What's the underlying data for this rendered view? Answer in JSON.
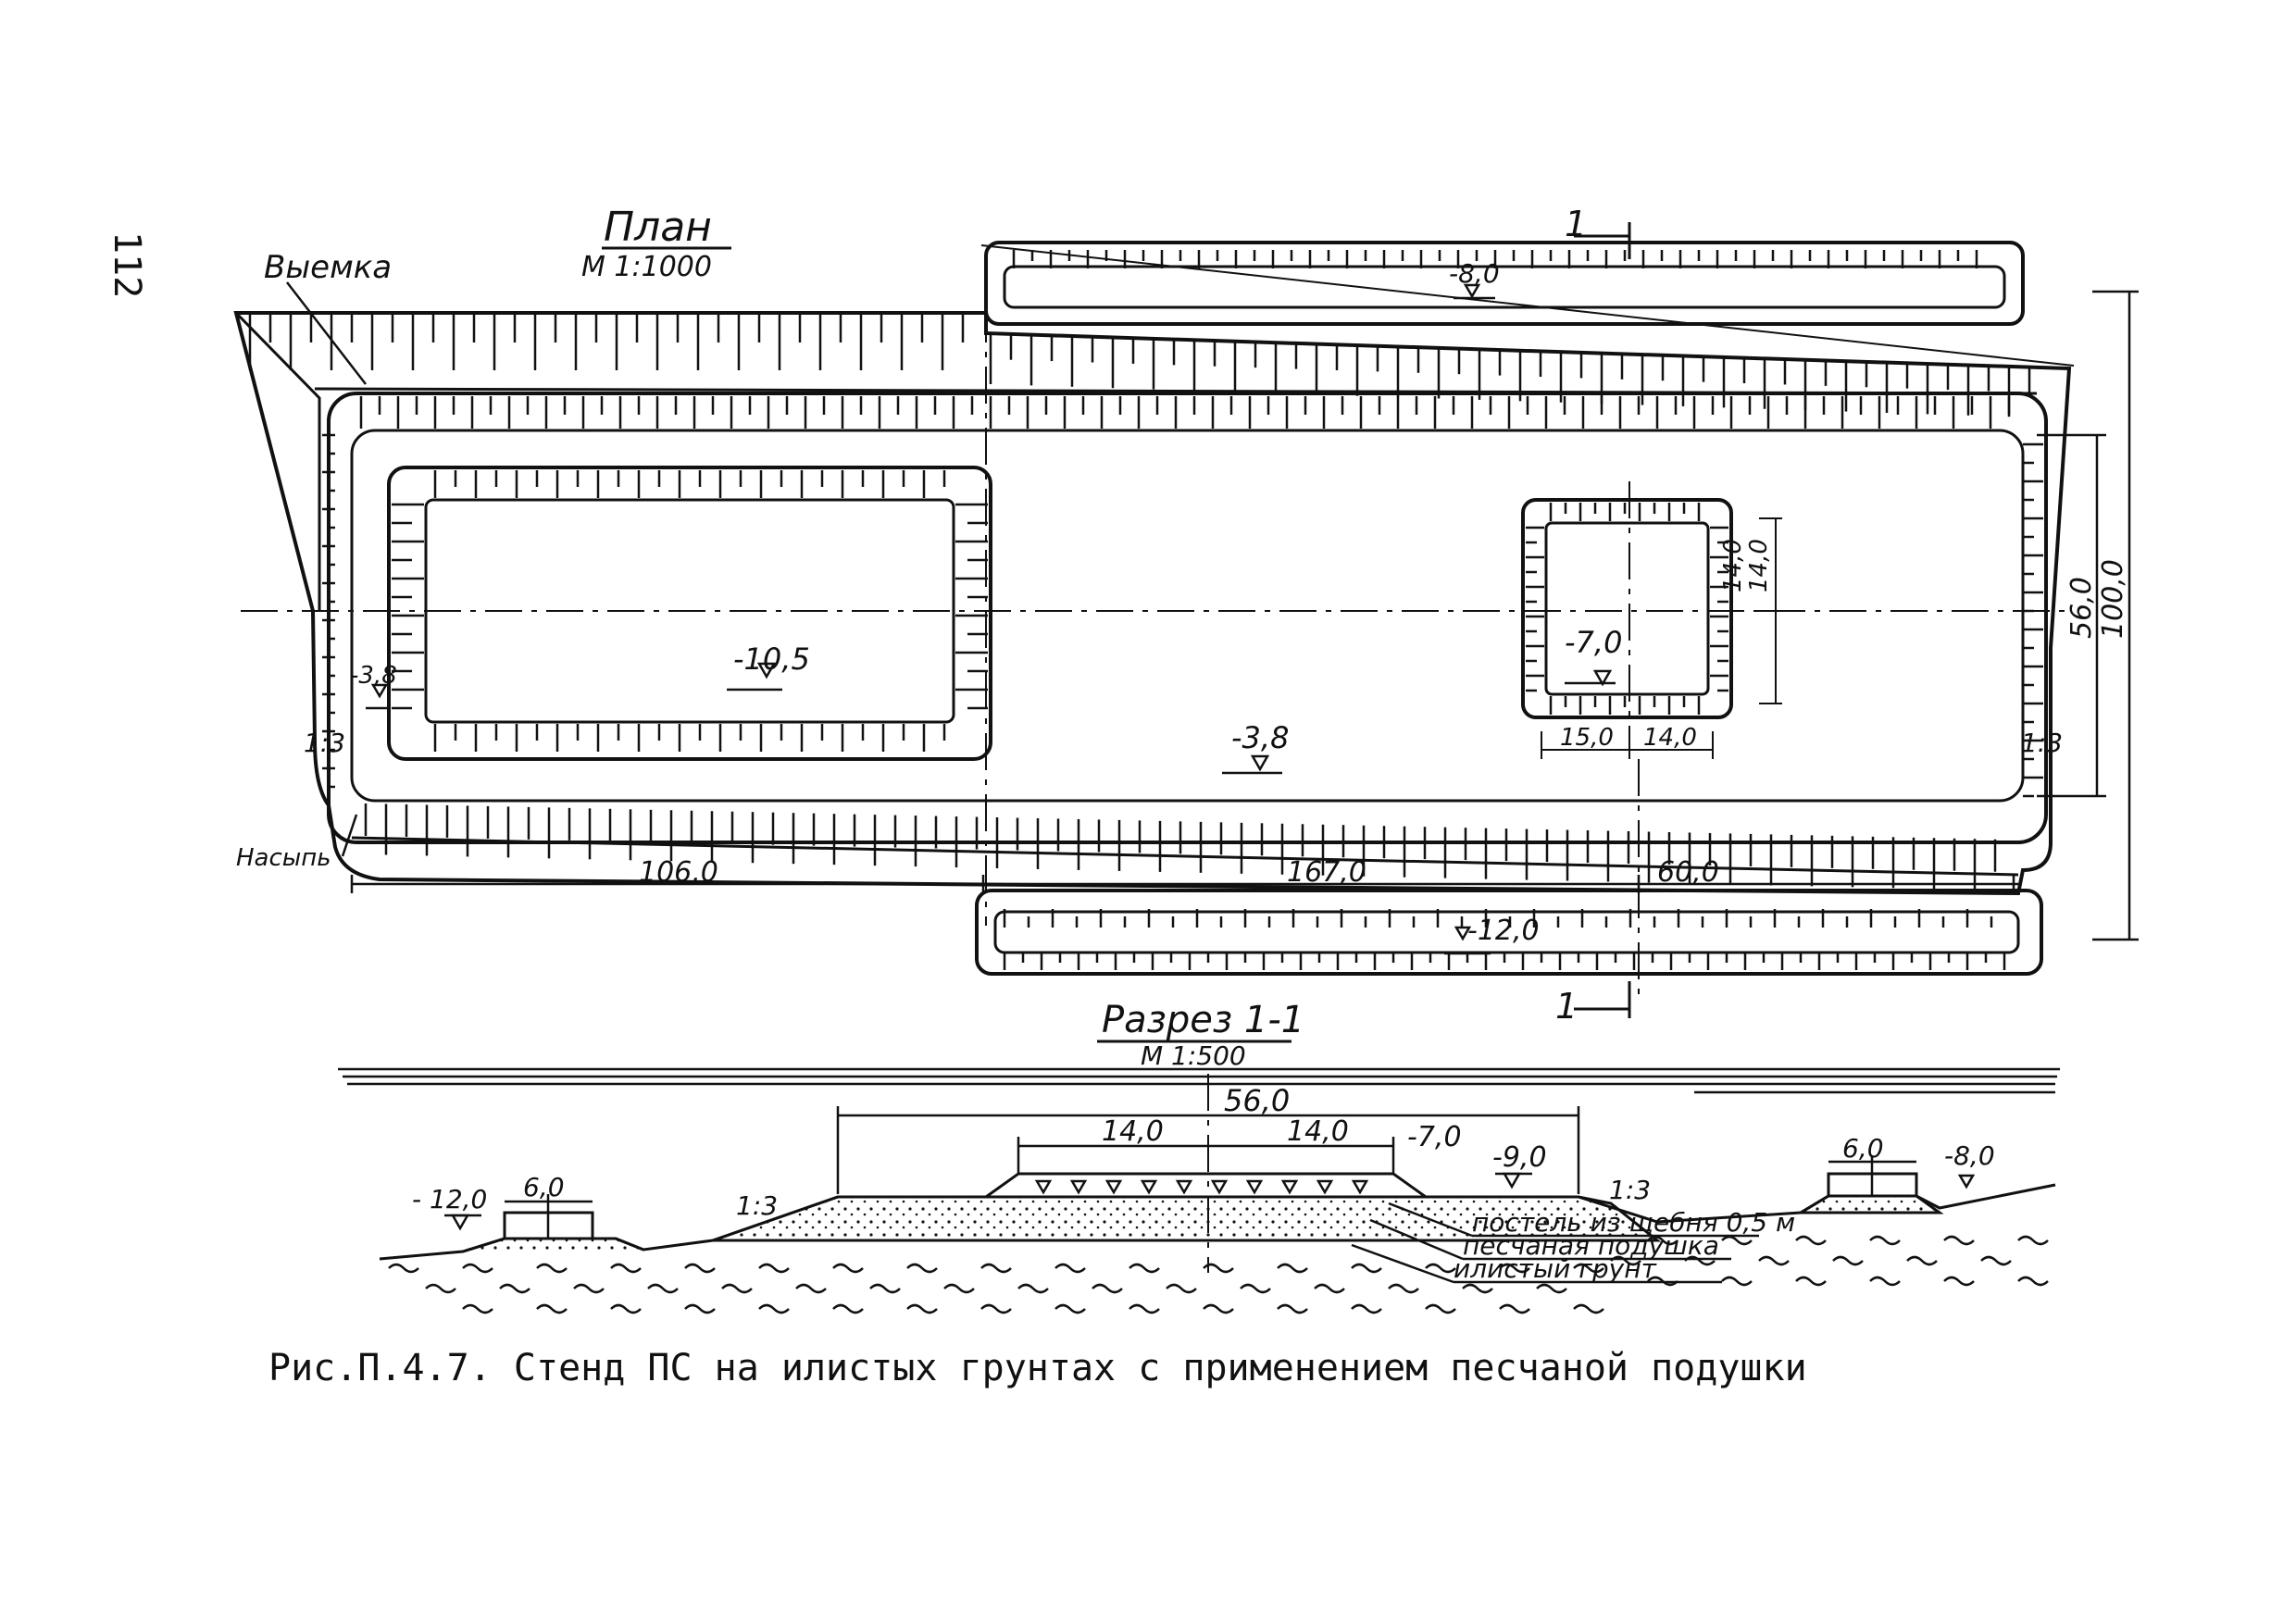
{
  "page_number": "112",
  "plan": {
    "title": "План",
    "scale": "М 1:1000",
    "label_excavation": "Выемка",
    "label_fill": "Насыпь",
    "section_mark_top": "1",
    "section_mark_bottom": "1",
    "slope_left": "1:3",
    "slope_right": "1:3",
    "elev_top_channel": "-8,0",
    "elev_bottom_channel": "-12,0",
    "elev_left_pit": "-10,5",
    "elev_left_small": "-3,8",
    "elev_center": "-3,8",
    "elev_right_pit": "-7,0",
    "dim_106": "106,0",
    "dim_167": "167,0",
    "dim_60": "60,0",
    "dim_56": "56,0",
    "dim_100": "100,0",
    "dim_pit_15": "15,0",
    "dim_pit_14a": "14,0",
    "dim_pit_14b": "14,0",
    "dim_pit_14c": "14,0"
  },
  "section": {
    "title": "Разрез 1-1",
    "scale": "М 1:500",
    "dim_56": "56,0",
    "dim_14a": "14,0",
    "dim_14b": "14,0",
    "elev_7": "-7,0",
    "elev_9": "-9,0",
    "elev_12": "- 12,0",
    "dim_6_left": "6,0",
    "dim_6_right": "6,0",
    "elev_8": "-8,0",
    "slope_left": "1:3",
    "slope_right": "1:3",
    "legend": [
      "постель из щебня 0,5 м",
      "песчаная подушка",
      "илистый грунт"
    ]
  },
  "caption": "Рис.П.4.7. Стенд ПС на илистых грунтах с применением  песчаной  подушки"
}
